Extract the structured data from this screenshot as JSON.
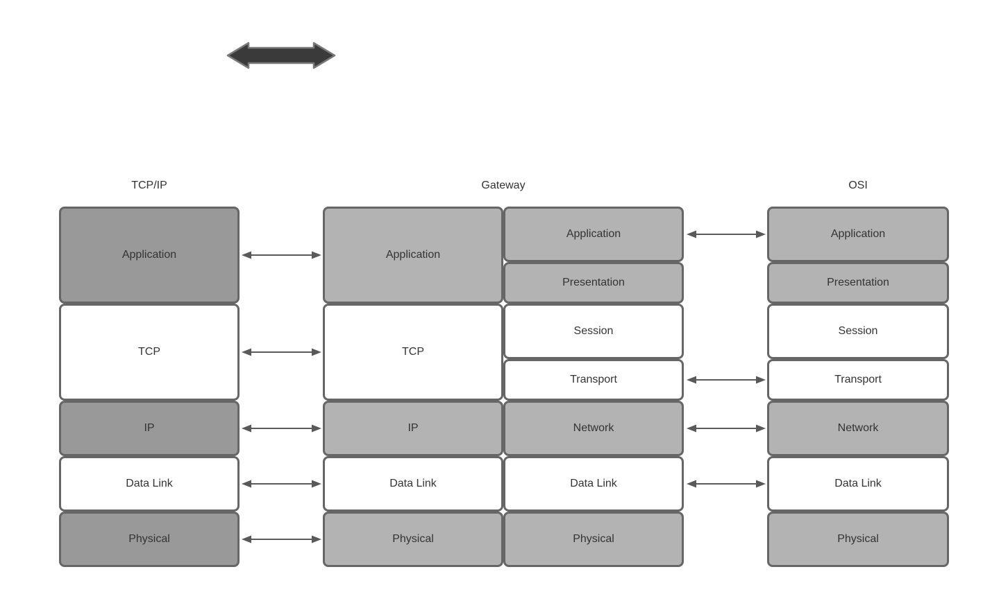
{
  "titles": {
    "tcpip": "TCP/IP",
    "gateway": "Gateway",
    "osi": "OSI"
  },
  "tcpip": {
    "layers": [
      {
        "label": "Application",
        "shade": "dark"
      },
      {
        "label": "TCP",
        "shade": "white"
      },
      {
        "label": "IP",
        "shade": "dark"
      },
      {
        "label": "Data Link",
        "shade": "white"
      },
      {
        "label": "Physical",
        "shade": "dark"
      }
    ]
  },
  "gateway_left": {
    "layers": [
      {
        "label": "Application",
        "shade": "light"
      },
      {
        "label": "TCP",
        "shade": "white"
      },
      {
        "label": "IP",
        "shade": "light"
      },
      {
        "label": "Data Link",
        "shade": "white"
      },
      {
        "label": "Physical",
        "shade": "light"
      }
    ]
  },
  "gateway_right": {
    "layers": [
      {
        "label": "Application",
        "shade": "light"
      },
      {
        "label": "Presentation",
        "shade": "light"
      },
      {
        "label": "Session",
        "shade": "white"
      },
      {
        "label": "Transport",
        "shade": "white"
      },
      {
        "label": "Network",
        "shade": "light"
      },
      {
        "label": "Data Link",
        "shade": "white"
      },
      {
        "label": "Physical",
        "shade": "light"
      }
    ]
  },
  "osi": {
    "layers": [
      {
        "label": "Application",
        "shade": "light"
      },
      {
        "label": "Presentation",
        "shade": "light"
      },
      {
        "label": "Session",
        "shade": "white"
      },
      {
        "label": "Transport",
        "shade": "white"
      },
      {
        "label": "Network",
        "shade": "light"
      },
      {
        "label": "Data Link",
        "shade": "white"
      },
      {
        "label": "Physical",
        "shade": "light"
      }
    ]
  },
  "connections": {
    "tcpip_to_gateway": [
      "Application",
      "TCP",
      "IP",
      "Data Link",
      "Physical"
    ],
    "gateway_to_osi": [
      "Application",
      "Transport",
      "Network",
      "Data Link"
    ]
  },
  "icons": {
    "top_arrow": "thick-double-arrow-icon",
    "connector": "bidirectional-arrow-icon"
  },
  "colors": {
    "background": "#ffffff",
    "layer_dark_gray": "#999999",
    "layer_light_gray": "#b3b3b3",
    "layer_white": "#ffffff",
    "box_border": "#666666",
    "text": "#333333",
    "connector_arrow": "#595959",
    "top_arrow_fill": "#3a3a3a",
    "top_arrow_stroke": "#787878"
  }
}
